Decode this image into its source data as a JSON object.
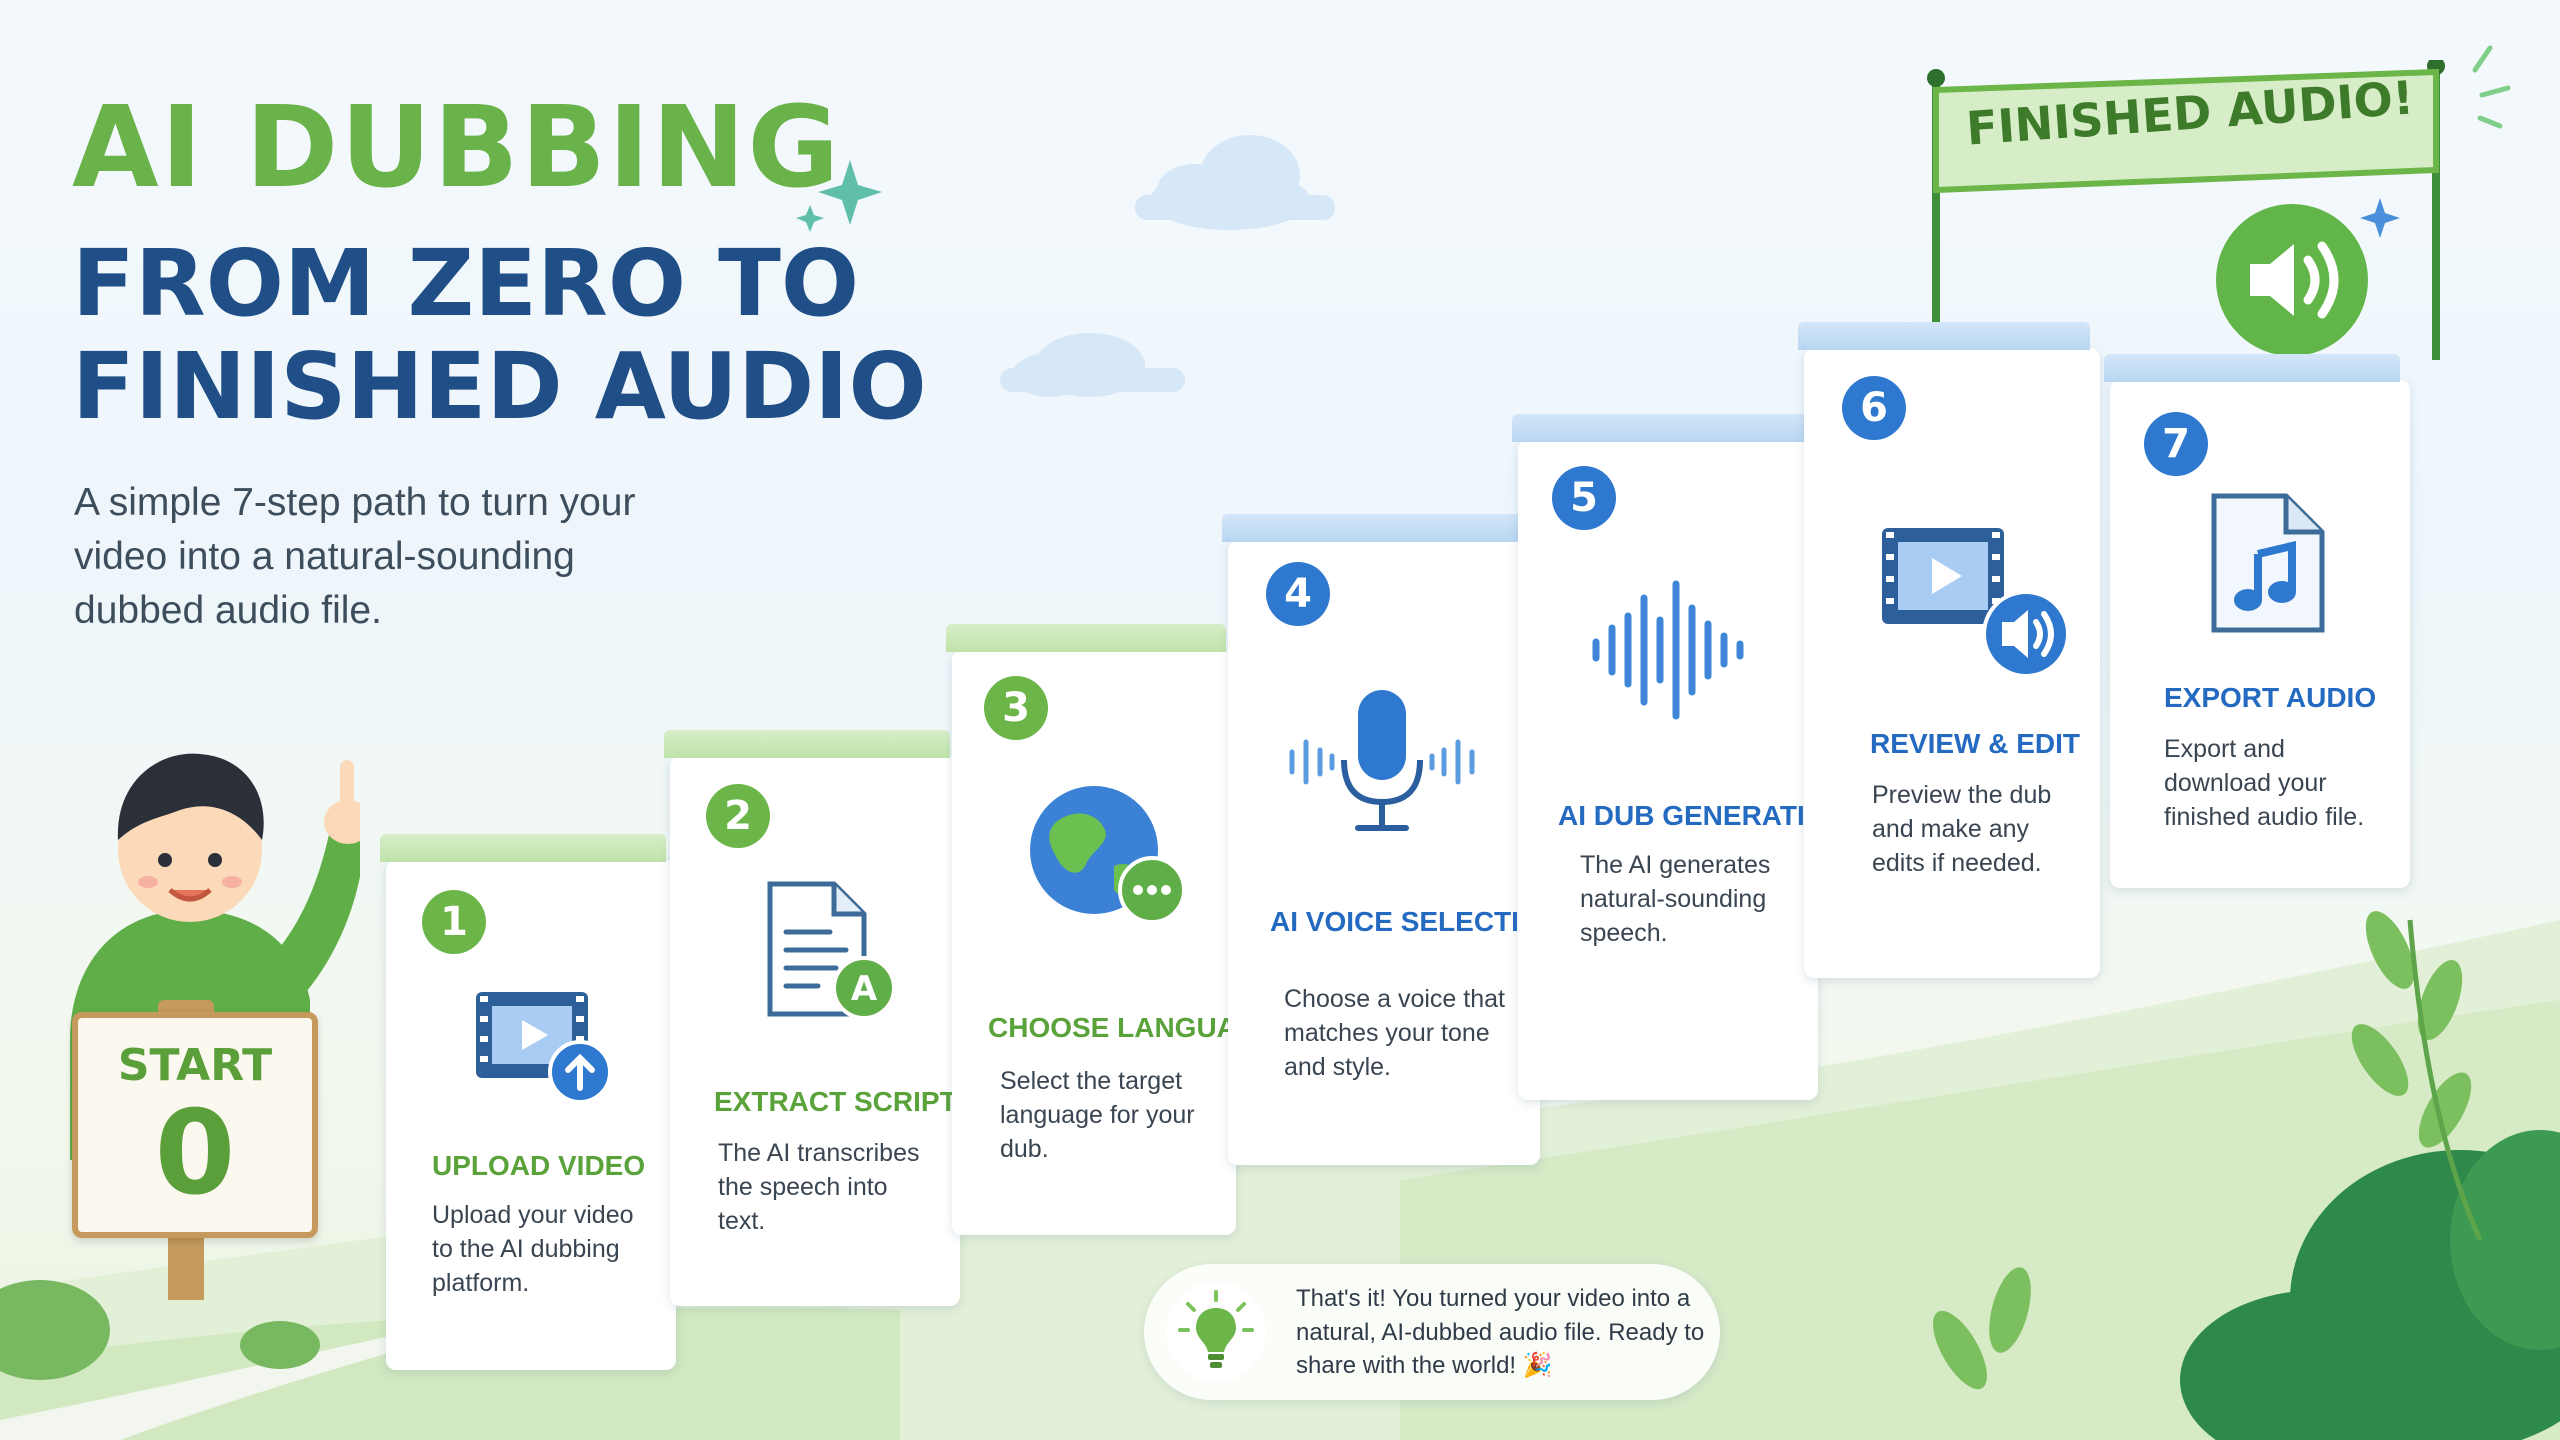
{
  "title": {
    "line1": "AI DUBBING",
    "line2": "FROM ZERO TO",
    "line3": "FINISHED AUDIO"
  },
  "subtitle": "A simple 7-step path to turn your video into a natural-sounding dubbed audio file.",
  "start_sign": {
    "label": "START",
    "number": "0"
  },
  "banner": {
    "text": "FINISHED AUDIO!"
  },
  "steps": [
    {
      "number": "1",
      "title": "UPLOAD VIDEO",
      "description": "Upload your video to the AI dubbing platform.",
      "icon": "video-upload-icon"
    },
    {
      "number": "2",
      "title": "EXTRACT SCRIPT",
      "description": "The AI transcribes the speech into text.",
      "icon": "document-text-icon"
    },
    {
      "number": "3",
      "title": "CHOOSE LANGUAGE",
      "description": "Select the target language for your dub.",
      "icon": "globe-chat-icon"
    },
    {
      "number": "4",
      "title": "AI VOICE SELECTION",
      "description": "Choose a voice that matches your tone and style.",
      "icon": "microphone-icon"
    },
    {
      "number": "5",
      "title": "AI DUB GENERATION",
      "description": "The AI generates natural-sounding speech.",
      "icon": "sound-wave-icon"
    },
    {
      "number": "6",
      "title": "REVIEW & EDIT",
      "description": "Preview the dub and make any edits if needed.",
      "icon": "video-speaker-icon"
    },
    {
      "number": "7",
      "title": "EXPORT AUDIO",
      "description": "Export and download your finished audio file.",
      "icon": "audio-file-icon"
    }
  ],
  "tip": {
    "text": "That's it! You turned your video into a natural, AI-dubbed audio file. Ready to share with the world! 🎉",
    "icon": "lightbulb-icon"
  },
  "colors": {
    "green": "#6cb548",
    "blue": "#2f78cf",
    "navy": "#1f4f86"
  }
}
